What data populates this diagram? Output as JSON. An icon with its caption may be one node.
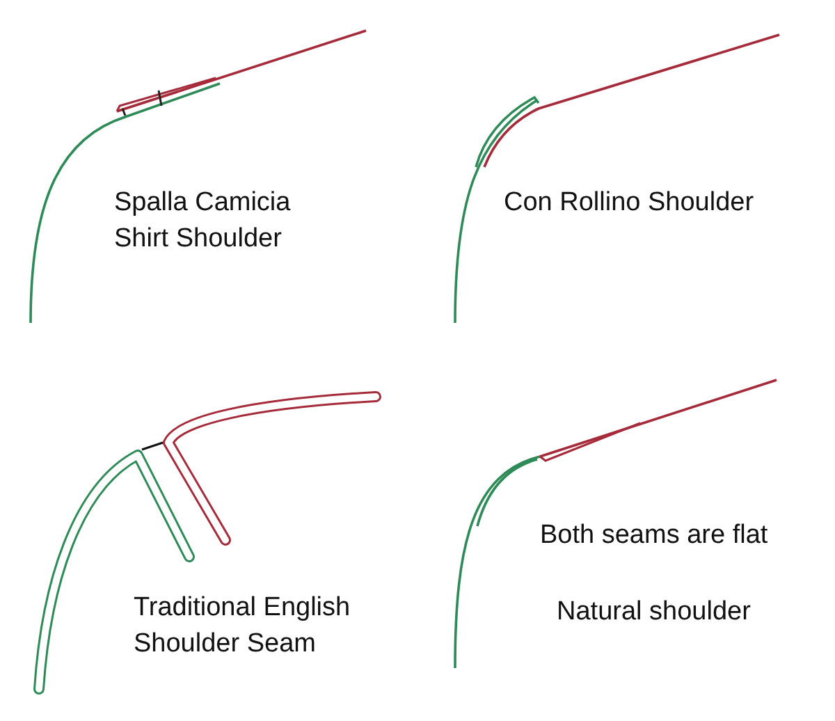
{
  "diagram": {
    "labels": [
      "Spalla Camicia Shirt Shoulder",
      "Con Rollino Shoulder",
      "Traditional English Shoulder Seam",
      "Both seams are flat",
      "Natural shoulder"
    ]
  }
}
